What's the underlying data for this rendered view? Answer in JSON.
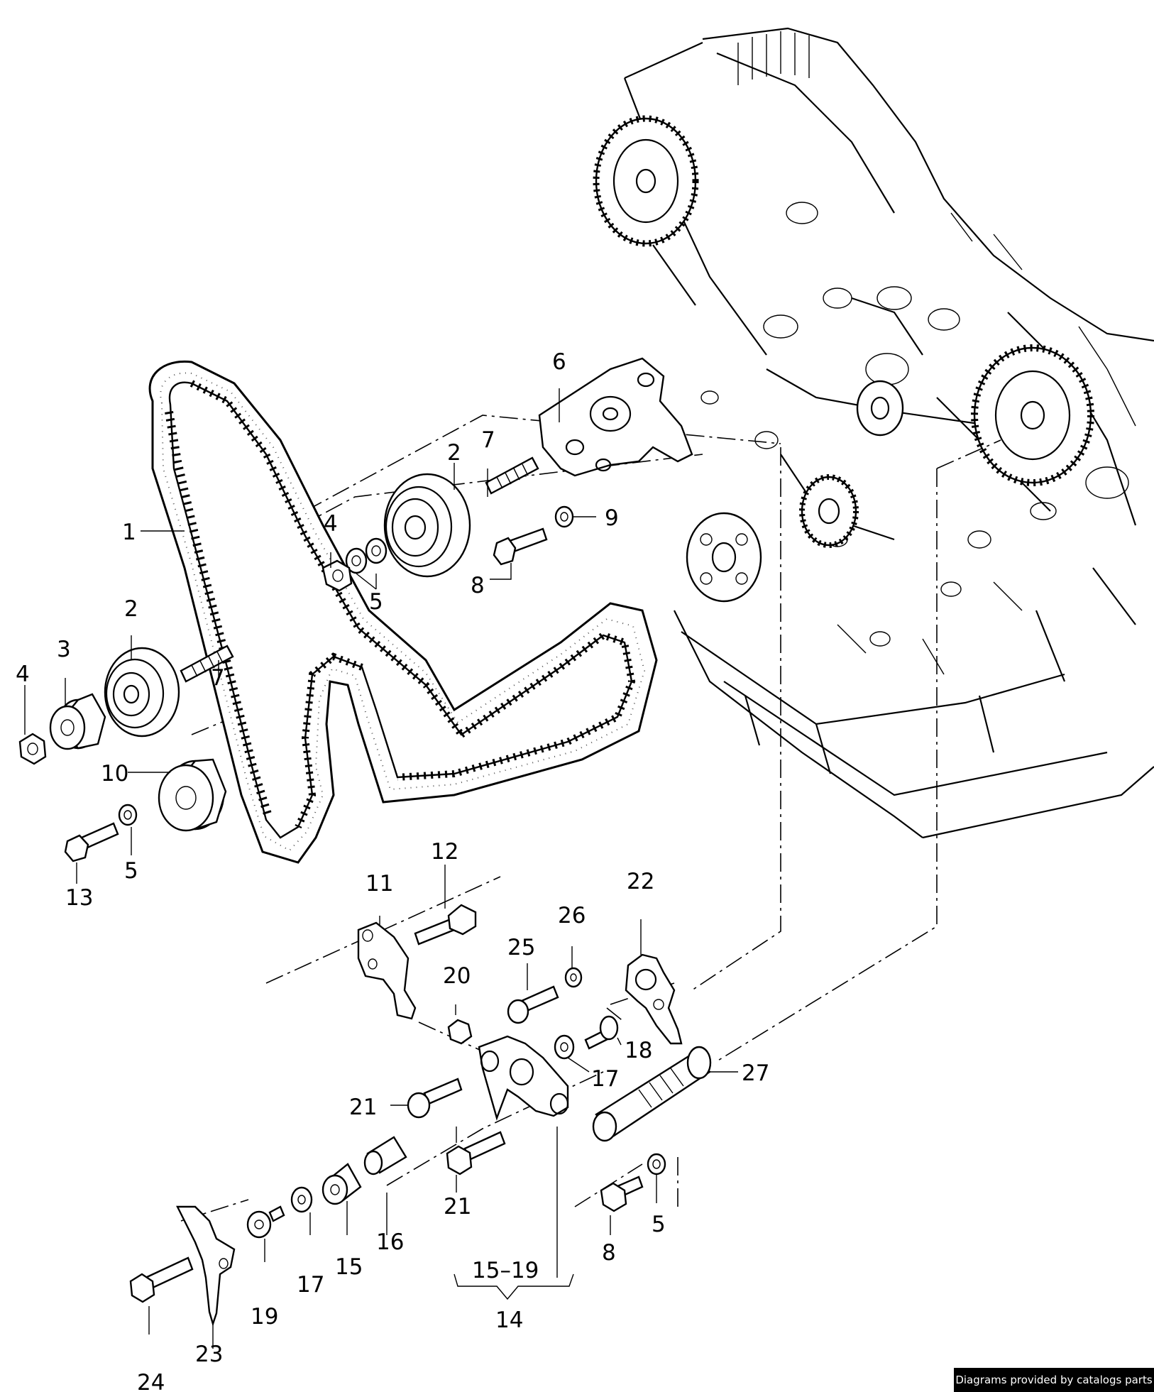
{
  "labels": {
    "l1": "1",
    "l2a": "2",
    "l2b": "2",
    "l3": "3",
    "l4a": "4",
    "l4b": "4",
    "l5a": "5",
    "l5b": "5",
    "l5c": "5",
    "l6": "6",
    "l7a": "7",
    "l7b": "7",
    "l8a": "8",
    "l8b": "8",
    "l9": "9",
    "l10": "10",
    "l11": "11",
    "l12": "12",
    "l13": "13",
    "l14": "14",
    "l15a": "15",
    "l15b": "15–19",
    "l16": "16",
    "l17a": "17",
    "l17b": "17",
    "l18": "18",
    "l19": "19",
    "l20": "20",
    "l21a": "21",
    "l21b": "21",
    "l22": "22",
    "l23": "23",
    "l24": "24",
    "l25": "25",
    "l26": "26",
    "l27": "27"
  },
  "footer": {
    "credit": "Diagrams provided by catalogs parts"
  }
}
